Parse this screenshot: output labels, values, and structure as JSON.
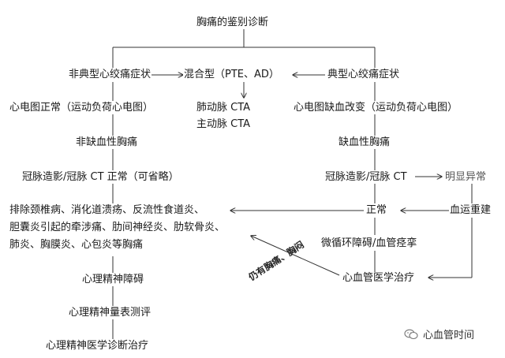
{
  "title": "胸痛的鉴别诊断",
  "left": {
    "atypical": "非典型心绞痛症状",
    "ecg_normal": "心电图正常（运动负荷心电图）",
    "non_ischemic": "非缺血性胸痛",
    "angio_normal": "冠脉造影/冠脉 CT 正常（可省略）",
    "exclusion": [
      "排除颈椎病、消化道溃疡、反流性食道炎、",
      "胆囊炎引起的牵涉痛、肋间神经炎、肋软骨炎、",
      "肺炎、胸膜炎、心包炎等胸痛"
    ],
    "psych_disorder": "心理精神障碍",
    "psych_assessment": "心理精神量表测评",
    "psych_treatment": "心理精神医学诊断治疗"
  },
  "middle": {
    "mixed": "混合型（PTE、AD）",
    "pulmonary_cta": "肺动脉 CTA",
    "aortic_cta": "主动脉 CTA"
  },
  "right": {
    "typical": "典型心绞痛症状",
    "ecg_ischemia": "心电图缺血改变（运动负荷心电图）",
    "ischemic": "缺血性胸痛",
    "angio": "冠脉造影/冠脉 CT",
    "obvious_abnormal": "明显异常",
    "revascularization": "血运重建",
    "normal": "正常",
    "microcirculation": "微循环障碍/血管痉挛",
    "cardio_treatment": "心血管医学治疗"
  },
  "diagonal_note": "仍有胸痛、胸闷",
  "watermark": "心血管时间"
}
